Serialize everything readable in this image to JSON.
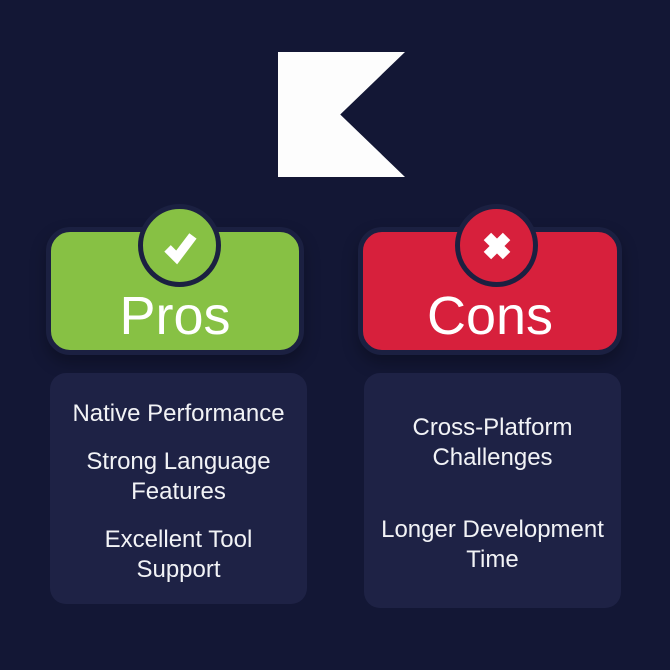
{
  "background_color": "#131735",
  "panel_color": "#1E2245",
  "outline_color": "#1B2041",
  "logo": {
    "name": "kotlin-logo",
    "color": "#FFFFFF"
  },
  "pros": {
    "title": "Pros",
    "accent_color": "#87C144",
    "icon": "check-icon",
    "items": [
      "Native Performance",
      "Strong Language Features",
      "Excellent Tool Support"
    ]
  },
  "cons": {
    "title": "Cons",
    "accent_color": "#D7203C",
    "icon": "x-icon",
    "items": [
      "Cross-Platform Challenges",
      "Longer Development Time"
    ]
  }
}
